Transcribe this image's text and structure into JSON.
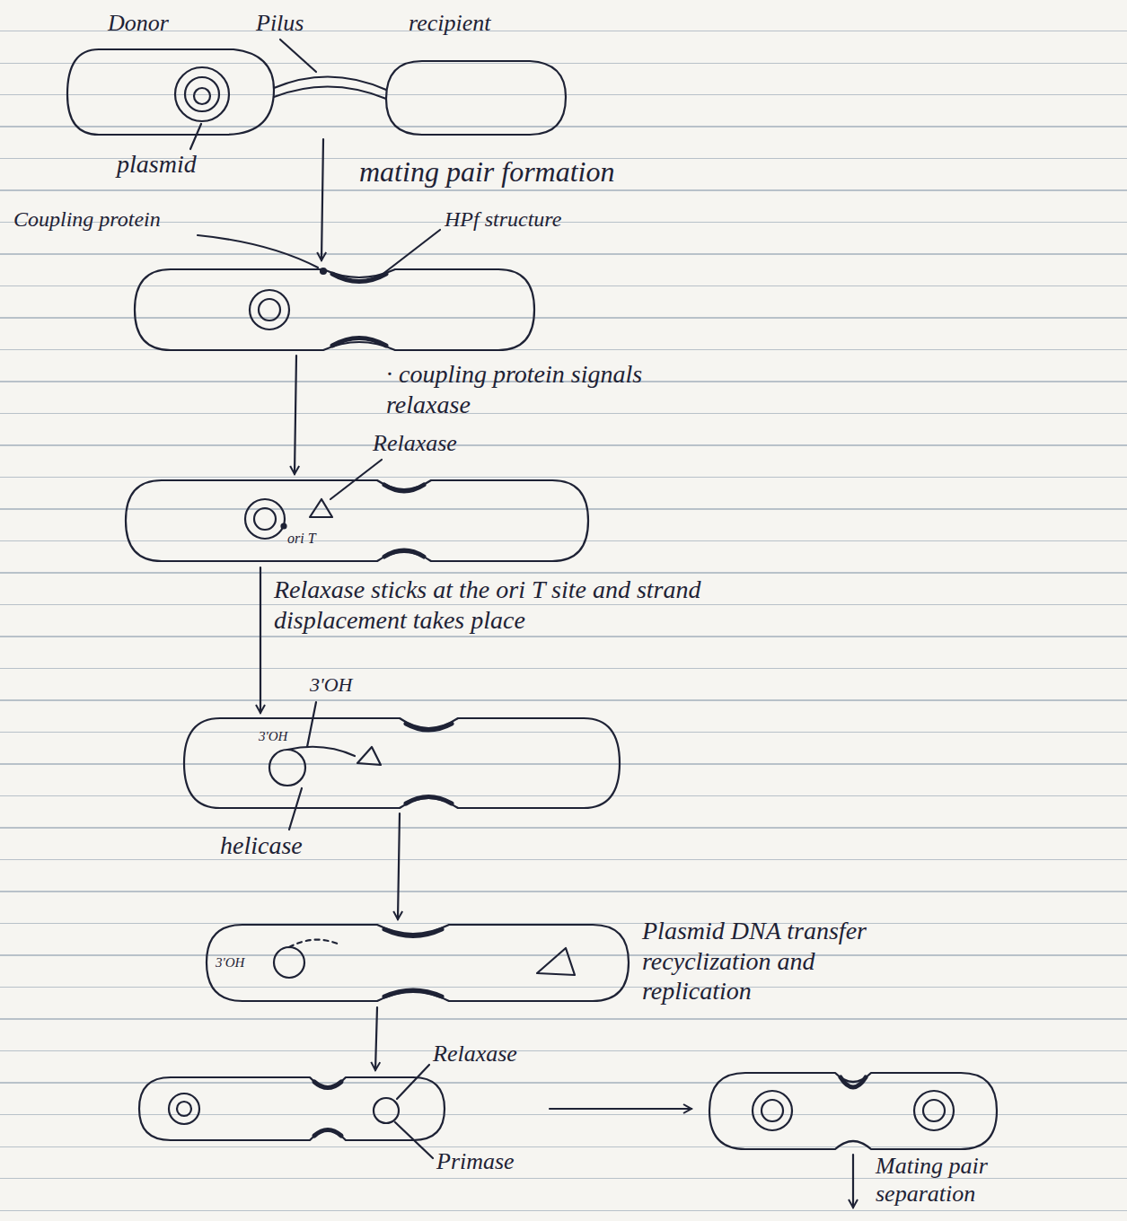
{
  "diagram": {
    "labels": [
      "Donor",
      "Pilus",
      "recipient",
      "plasmid",
      "mating pair formation",
      "Coupling protein",
      "HPf structure",
      "· coupling protein signals relaxase",
      "Relaxase",
      "ori T",
      "Relaxase sticks at the ori T site and strand displacement takes place",
      "3'OH",
      "3'OH",
      "helicase",
      "Plasmid DNA transfer recyclization and replication",
      "3'OH",
      "Relaxase",
      "Primase",
      "Mating pair separation"
    ]
  }
}
